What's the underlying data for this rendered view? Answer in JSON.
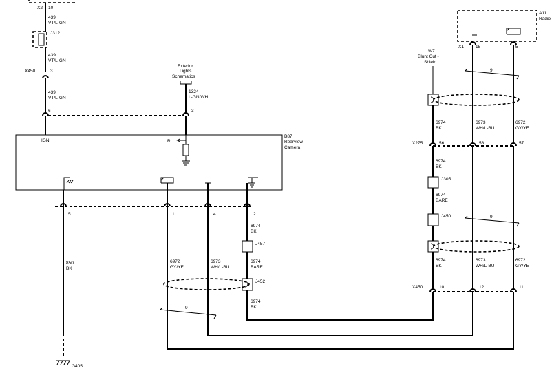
{
  "connectors": {
    "x2": {
      "name": "X2",
      "pin": "10"
    },
    "j312": {
      "name": "J312"
    },
    "x450_top": {
      "name": "X450",
      "pin": "3"
    },
    "p6": "6",
    "p3": "3",
    "x1": {
      "name": "X1",
      "pin15": "15",
      "pin5": "5"
    },
    "x275": {
      "name": "X275",
      "p56": "56",
      "p58": "58",
      "p57": "57"
    },
    "j305": "J305",
    "j450": "J450",
    "x450_bot": {
      "name": "X450",
      "p10": "10",
      "p12": "12",
      "p11": "11"
    },
    "bus": {
      "p5": "5",
      "p1": "1",
      "p4": "4",
      "p2": "2"
    },
    "j457": "J457",
    "j452": "J452",
    "g405": "G405"
  },
  "wires": {
    "c439": "439",
    "vt_lgn": "VT/L-GN",
    "c1324": "1324",
    "lgn_wh": "L-GN/WH",
    "c6974": "6974",
    "bk": "BK",
    "bare": "BARE",
    "c6973": "6973",
    "wh_lbu": "WH/L-BU",
    "c6972": "6972",
    "gy_ye": "GY/YE",
    "c850": "850",
    "twist": "9"
  },
  "labels": {
    "exterior": [
      "Exterior",
      "Lights",
      "Schematics"
    ],
    "w7": [
      "W7",
      "Blunt Cut -",
      "Shield"
    ],
    "a11": [
      "A11",
      "Radio"
    ],
    "b87": [
      "B87",
      "Rearview",
      "Camera"
    ],
    "ign": "IGN",
    "r": "R"
  }
}
